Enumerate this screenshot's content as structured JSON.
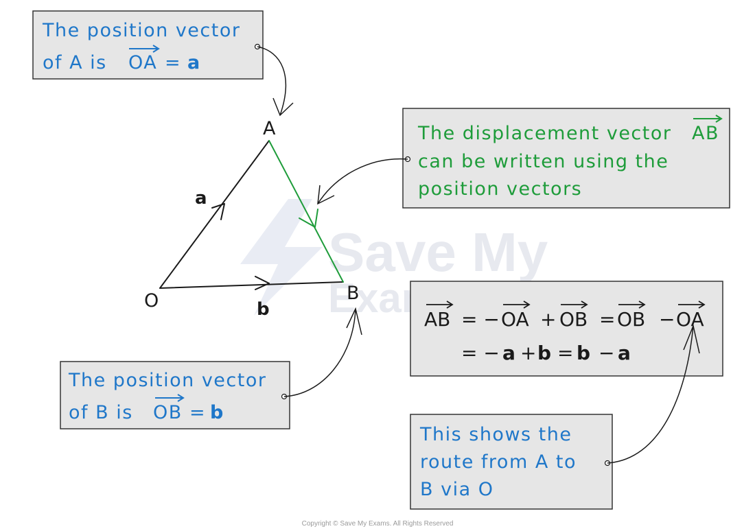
{
  "colors": {
    "box_fill": "#e6e6e6",
    "box_stroke": "#333333",
    "blue": "#1f77c9",
    "green": "#1e9c3a",
    "black": "#1a1a1a",
    "watermark": "#e7e9ef"
  },
  "points": {
    "A": "A",
    "B": "B",
    "O": "O"
  },
  "vectors": {
    "a": "a",
    "b": "b"
  },
  "box_a": {
    "line1": "The position vector",
    "line2_prefix": "of A is",
    "line2_vec": "OA",
    "line2_eq": "=",
    "line2_val": "a"
  },
  "box_b": {
    "line1": "The position vector",
    "line2_prefix": "of B is",
    "line2_vec": "OB",
    "line2_eq": "=",
    "line2_val": "b"
  },
  "box_ab": {
    "line1_prefix": "The displacement vector",
    "line1_vec": "AB",
    "line2": "can be written using the",
    "line3": "position vectors"
  },
  "equation": {
    "row1": {
      "v1": "AB",
      "op1": "= −",
      "v2": "OA",
      "op2": "+",
      "v3": "OB",
      "op3": "=",
      "v4": "OB",
      "op4": "−",
      "v5": "OA"
    },
    "row2": {
      "op1": "= −",
      "v1": "a",
      "op2": "+",
      "v2": "b",
      "op3": "=",
      "v3": "b",
      "op4": "−",
      "v4": "a"
    }
  },
  "route_box": {
    "line1": "This shows the",
    "line2": "route from A to",
    "line3": "B via O"
  },
  "watermark": {
    "line1": "Save My",
    "line2": "Exams"
  },
  "copyright": "Copyright © Save My Exams. All Rights Reserved"
}
